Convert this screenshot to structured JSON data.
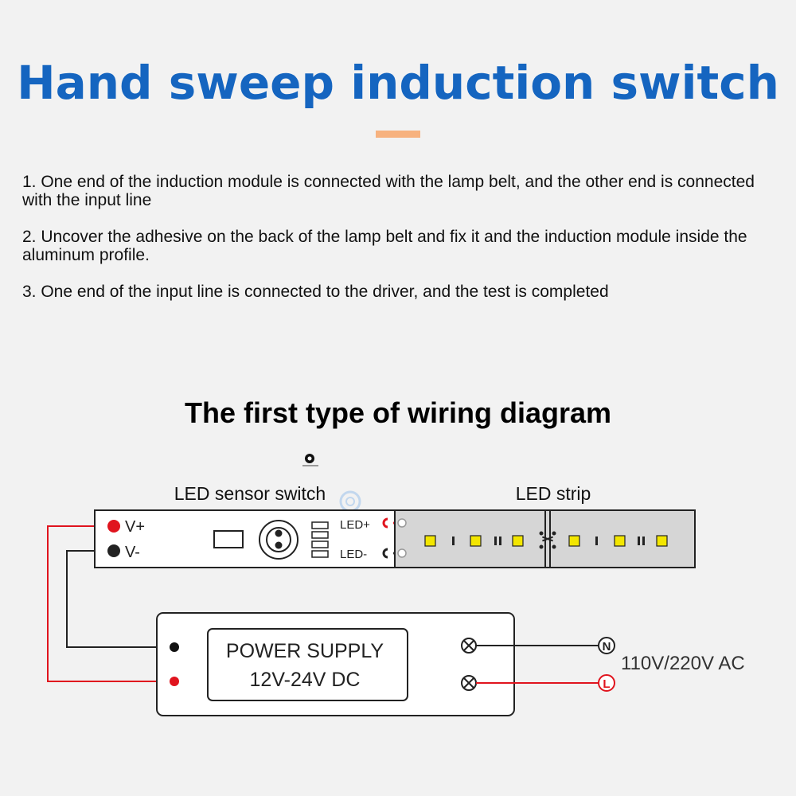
{
  "header": {
    "title": "Hand sweep induction switch",
    "accent_color": "#f7b27f",
    "title_color": "#1565c0"
  },
  "steps": [
    "1. One end of the induction module is connected with the lamp belt, and the other end is connected with the input line",
    "2. Uncover the adhesive on the back of the lamp belt and fix it and the induction module inside the aluminum profile.",
    "3. One end of the input line is connected to the driver, and the test is completed"
  ],
  "diagram": {
    "title": "The first type of wiring diagram",
    "sensor_label": "LED sensor switch",
    "strip_label": "LED strip",
    "sensor_pins": {
      "positive": "V+",
      "negative": "V-"
    },
    "led_outputs": {
      "positive": "LED+",
      "negative": "LED-"
    },
    "power_supply": {
      "line1": "POWER SUPPLY",
      "line2": "12V-24V  DC"
    },
    "ac_terminals": {
      "neutral": "N",
      "live": "L"
    },
    "ac_label": "110V/220V  AC",
    "colors": {
      "positive_wire": "#e0141e",
      "negative_wire": "#222222",
      "strip_body": "#d6d6d6",
      "led_chip": "#f3e600"
    }
  }
}
